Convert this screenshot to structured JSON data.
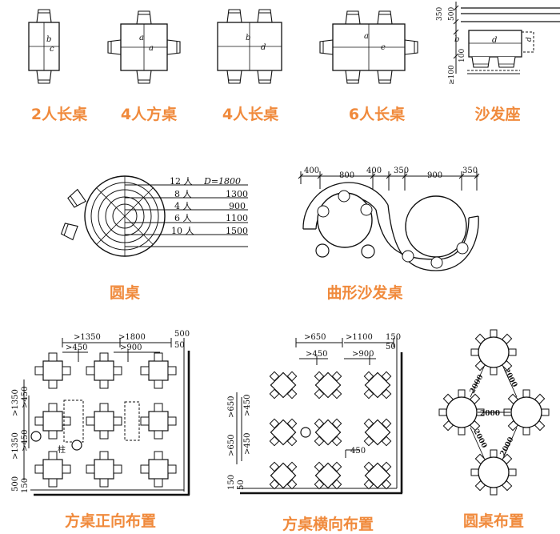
{
  "captions": {
    "two_person_long_table": "2人长桌",
    "four_person_square_table": "4人方桌",
    "four_person_long_table": "4人长桌",
    "six_person_long_table": "6人长桌",
    "sofa_seat": "沙发座",
    "round_table": "圆桌",
    "curved_sofa_table": "曲形沙发桌",
    "square_table_straight_layout": "方桌正向布置",
    "square_table_diagonal_layout": "方桌横向布置",
    "round_table_layout": "圆桌布置"
  },
  "dim_letters": {
    "b": "b",
    "c": "c",
    "a": "a",
    "d": "d",
    "e": "e"
  },
  "sofa_dims": {
    "d350": "350",
    "d500": "500",
    "d100": "100",
    "gte100": "≥100",
    "b": "b",
    "d": "d",
    "dash": "d"
  },
  "round_table_sizes": {
    "header": "D=1800",
    "rows": [
      {
        "persons": "12 人",
        "diameter": "1800"
      },
      {
        "persons": "8 人",
        "diameter": "1300"
      },
      {
        "persons": "4 人",
        "diameter": "900"
      },
      {
        "persons": "6 人",
        "diameter": "1100"
      },
      {
        "persons": "10 人",
        "diameter": "1500"
      }
    ]
  },
  "curved_sofa_dims": {
    "d400a": "400",
    "d800": "800",
    "d400b": "400",
    "d350a": "350",
    "d900": "900",
    "d350b": "350"
  },
  "straight_layout_dims": {
    "gt1350": ">1350",
    "gt450": ">450",
    "gt1800": ">1800",
    "gt900": ">900",
    "d500": "500",
    "d50": "50",
    "left_gt1350a": ">1350",
    "left_gt450a": ">450",
    "left_gt1350b": ">1350",
    "left_gt450b": ">450",
    "left_500": "500",
    "left_150": "150",
    "pillar": "柱"
  },
  "diagonal_layout_dims": {
    "gt650": ">650",
    "gt450": ">450",
    "gt1100": ">1100",
    "gt900": ">900",
    "d150": "150",
    "d50": "50",
    "left_gt650a": ">650",
    "left_gt450a": ">450",
    "left_gt650b": ">650",
    "left_gt450b": ">450",
    "inner_450": "450",
    "left_150": "150",
    "left_50": "50"
  },
  "round_layout_dims": {
    "d2000a": "2000",
    "d2000b": "2000",
    "d2000c": "2000",
    "d2000d": "2000",
    "d2000e": "2000"
  }
}
